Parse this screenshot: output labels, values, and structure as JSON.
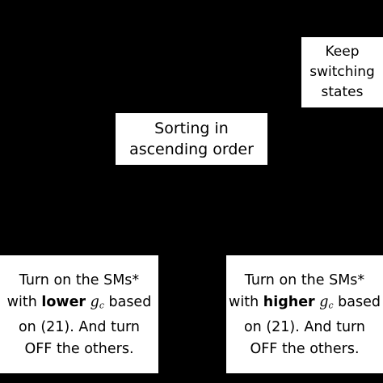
{
  "keep_box": {
    "lines": [
      "Keep",
      "switching",
      "states"
    ]
  },
  "sort_box": {
    "lines": [
      "Sorting in",
      "ascending order"
    ]
  },
  "lower_box": {
    "line1": "Turn on the SMs*",
    "line2_prefix": "with ",
    "line2_bold": "lower",
    "symbol_main": "g",
    "symbol_sub": "c",
    "line2_suffix": " based",
    "line3": "on (21). And turn",
    "line4": "OFF the others."
  },
  "higher_box": {
    "line1": "Turn on the SMs*",
    "line2_prefix": "with ",
    "line2_bold": "higher",
    "symbol_main": "g",
    "symbol_sub": "c",
    "line2_suffix": " based",
    "line3": "on (21). And turn",
    "line4": "OFF the others."
  }
}
